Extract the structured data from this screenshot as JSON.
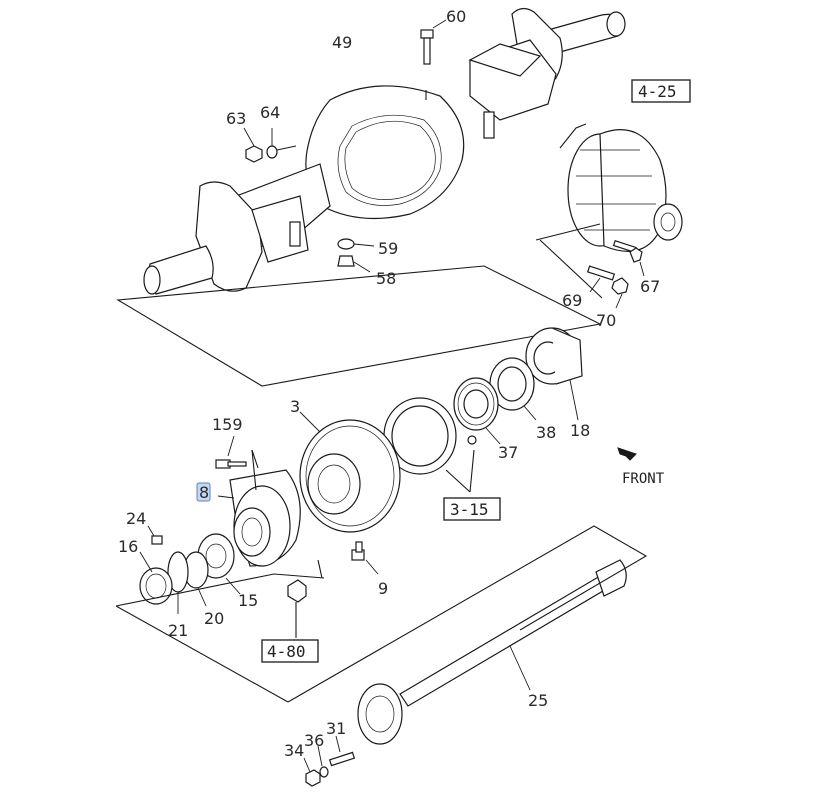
{
  "callouts": {
    "p60": "60",
    "p49": "49",
    "p63": "63",
    "p64": "64",
    "p59": "59",
    "p58": "58",
    "p67": "67",
    "p69": "69",
    "p70": "70",
    "p18": "18",
    "p38": "38",
    "p37": "37",
    "p3": "3",
    "p159": "159",
    "p8": "8",
    "p24": "24",
    "p16": "16",
    "p21": "21",
    "p20": "20",
    "p15": "15",
    "p9": "9",
    "p25": "25",
    "p31": "31",
    "p36": "36",
    "p34": "34"
  },
  "references": {
    "r425": "4-25",
    "r315": "3-15",
    "r480": "4-80"
  },
  "front_label": "FRONT",
  "colors": {
    "line": "#1a1a1a",
    "highlight_fill": "#c7d9f2",
    "highlight_stroke": "#5e84bf"
  },
  "highlighted_part": "8"
}
